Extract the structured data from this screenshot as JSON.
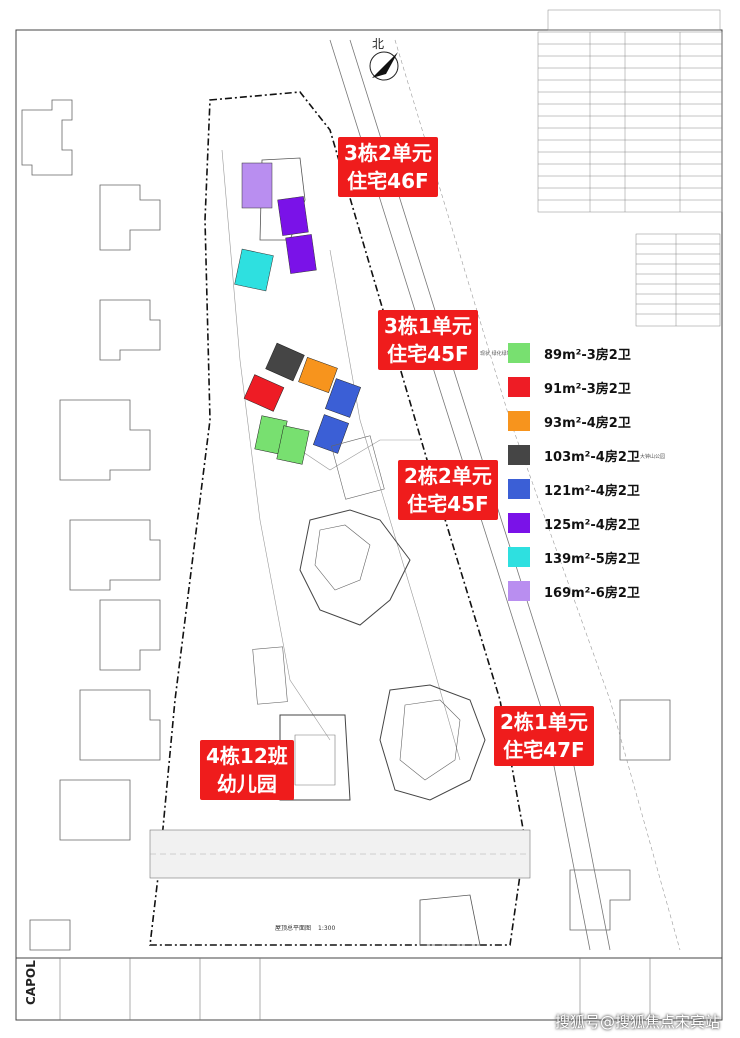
{
  "map": {
    "north_label": "北",
    "park_label": "大钟山公园",
    "plan_title": "屋顶总平面图",
    "scale": "1:300",
    "road_label": "现状 绿化绿地",
    "company": "CAPOL",
    "kindergarten_building": "4栋12班幼儿园"
  },
  "callouts": [
    {
      "name": "building-3-unit-2",
      "line1": "3栋2单元",
      "line2": "住宅46F"
    },
    {
      "name": "building-3-unit-1",
      "line1": "3栋1单元",
      "line2": "住宅45F"
    },
    {
      "name": "building-2-unit-2",
      "line1": "2栋2单元",
      "line2": "住宅45F"
    },
    {
      "name": "building-2-unit-1",
      "line1": "2栋1单元",
      "line2": "住宅47F"
    },
    {
      "name": "building-4-kindergarten",
      "line1": "4栋12班",
      "line2": "幼儿园"
    }
  ],
  "legend": [
    {
      "label": "89m²-3房2卫",
      "color": "#78e070"
    },
    {
      "label": "91m²-3房2卫",
      "color": "#ee1c25"
    },
    {
      "label": "93m²-4房2卫",
      "color": "#f7941d"
    },
    {
      "label": "103m²-4房2卫",
      "color": "#454545"
    },
    {
      "label": "121m²-4房2卫",
      "color": "#3b5fd6"
    },
    {
      "label": "125m²-4房2卫",
      "color": "#7a12e8"
    },
    {
      "label": "139m²-5房2卫",
      "color": "#2ee0e0"
    },
    {
      "label": "169m²-6房2卫",
      "color": "#b98ef0"
    }
  ],
  "watermark": "搜狐号@搜狐焦点宋宾站"
}
